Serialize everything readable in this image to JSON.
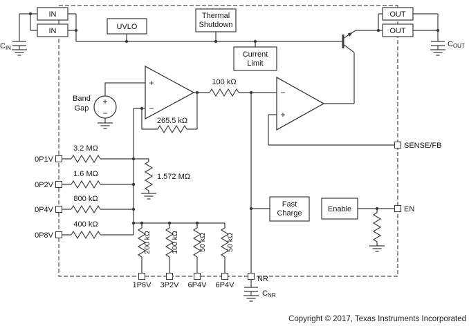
{
  "colors": {
    "accent_red": "#833a3a"
  },
  "pins": {
    "in_top": "IN",
    "in_bottom": "IN",
    "out_top": "OUT",
    "out_bottom": "OUT",
    "sense_fb": "SENSE/FB",
    "en": "EN",
    "nr": "NR",
    "p0v1": "0P1V",
    "p0v2": "0P2V",
    "p0v4": "0P4V",
    "p0v8": "0P8V",
    "p1v6": "1P6V",
    "p3v2": "3P2V",
    "p6v4_a": "6P4V",
    "p6v4_b": "6P4V"
  },
  "caps": {
    "cin_main": "C",
    "cin_sub": "IN",
    "cout_main": "C",
    "cout_sub": "OUT",
    "cnr_main": "C",
    "cnr_sub": "NR"
  },
  "blocks": {
    "uvlo": "UVLO",
    "thermal_line1": "Thermal",
    "thermal_line2": "Shutdown",
    "current_line1": "Current",
    "current_line2": "Limit",
    "band_line1": "Band",
    "band_line2": "Gap",
    "fast_line1": "Fast",
    "fast_line2": "Charge",
    "enable": "Enable"
  },
  "resistors": {
    "r_100k": "100 kΩ",
    "r_265k5": "265.5 kΩ",
    "r_3m2": "3.2 MΩ",
    "r_1m6": "1.6 MΩ",
    "r_800k": "800 kΩ",
    "r_400k": "400 kΩ",
    "r_1m572": "1.572 MΩ",
    "r_200k": "200 kΩ",
    "r_100k_b": "100 kΩ",
    "r_50k_a": "50 kΩ",
    "r_50k_b": "50 kΩ"
  },
  "signs": {
    "plus": "+",
    "minus": "−"
  },
  "footer": {
    "copyright": "Copyright © 2017, Texas Instruments Incorporated"
  }
}
